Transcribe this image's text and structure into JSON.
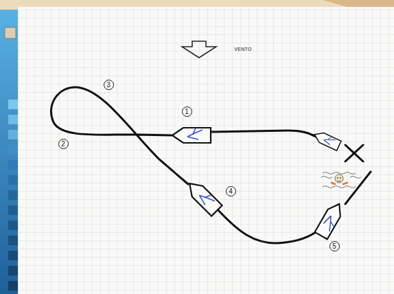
{
  "diagram": {
    "labels": [
      "VENTO",
      "3",
      "1",
      "2",
      "4",
      "5"
    ]
  }
}
